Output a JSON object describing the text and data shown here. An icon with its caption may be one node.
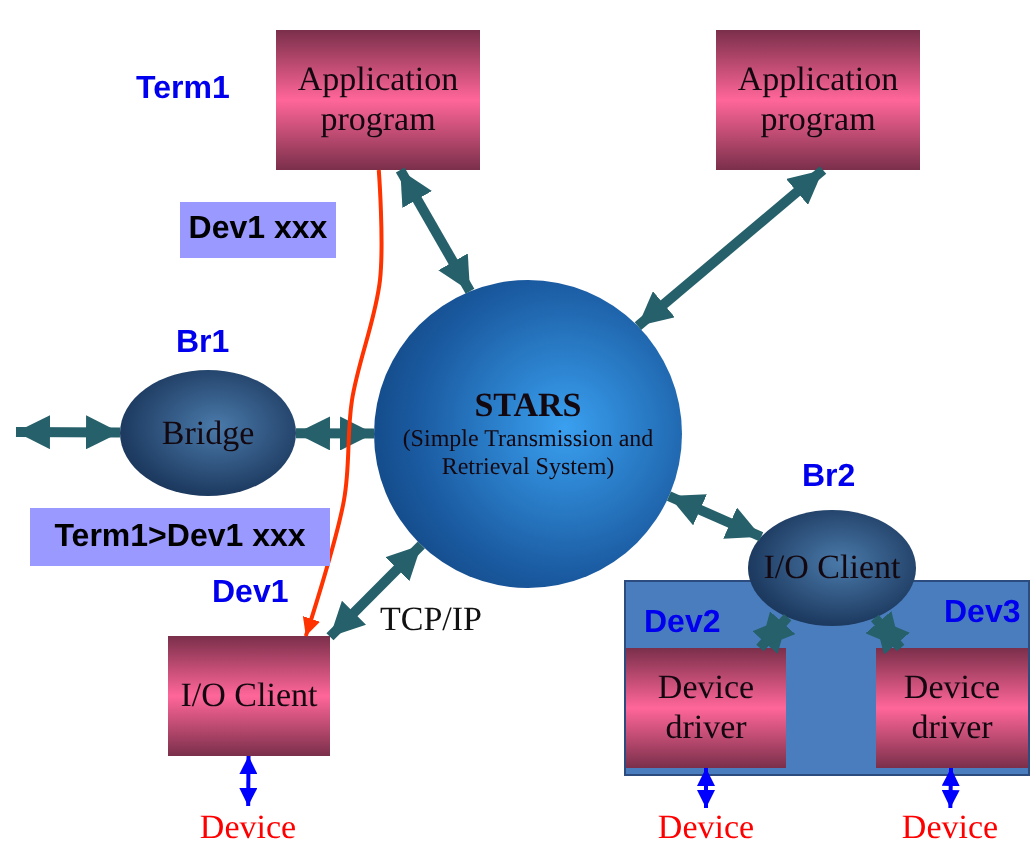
{
  "diagram": {
    "nodes": [
      {
        "text": [
          "Application program"
        ],
        "beside": [
          "Term1"
        ]
      },
      {
        "text": [
          "Application program"
        ]
      },
      {
        "text": [
          "STARS",
          "(Simple Transmission and Retrieval System)"
        ]
      },
      {
        "text": [
          "Bridge"
        ],
        "beside": [
          "Br1"
        ]
      },
      {
        "text": [
          "I/O Client"
        ],
        "beside": [
          "Dev1"
        ]
      },
      {
        "text": [],
        "shape": "box"
      },
      {
        "text": [
          "I/O Client"
        ],
        "beside": [
          "Br2"
        ]
      },
      {
        "text": [
          "Device driver"
        ],
        "in": 5,
        "beside": [
          "Dev2"
        ]
      },
      {
        "text": [
          "Device driver"
        ],
        "in": 5,
        "beside": [
          "Dev3"
        ]
      },
      {
        "text": [
          "Device"
        ]
      },
      {
        "text": [
          "Device"
        ]
      },
      {
        "text": [
          "Device"
        ]
      }
    ],
    "edges": [
      {
        "from": 0,
        "to": 2,
        "arrow": "both"
      },
      {
        "from": 1,
        "to": 2,
        "arrow": "both"
      },
      {
        "from": null,
        "to": 3,
        "arrow": "both"
      },
      {
        "from": 3,
        "to": 2,
        "arrow": "both"
      },
      {
        "from": 2,
        "to": 4,
        "arrow": "both",
        "label": "TCP/IP"
      },
      {
        "from": 2,
        "to": 6,
        "arrow": "both"
      },
      {
        "from": 6,
        "to": 7,
        "arrow": "both"
      },
      {
        "from": 6,
        "to": 8,
        "arrow": "both"
      },
      {
        "from": 4,
        "to": 9,
        "arrow": "both",
        "color": "#0000ff"
      },
      {
        "from": 7,
        "to": 10,
        "arrow": "both",
        "color": "#0000ff"
      },
      {
        "from": 8,
        "to": 11,
        "arrow": "both",
        "color": "#0000ff"
      },
      {
        "from": 0,
        "to": 4,
        "arrow": "to",
        "color": "#ff3300"
      }
    ],
    "labels": [
      "Dev1 xxx",
      "Term1>Dev1 xxx"
    ]
  }
}
